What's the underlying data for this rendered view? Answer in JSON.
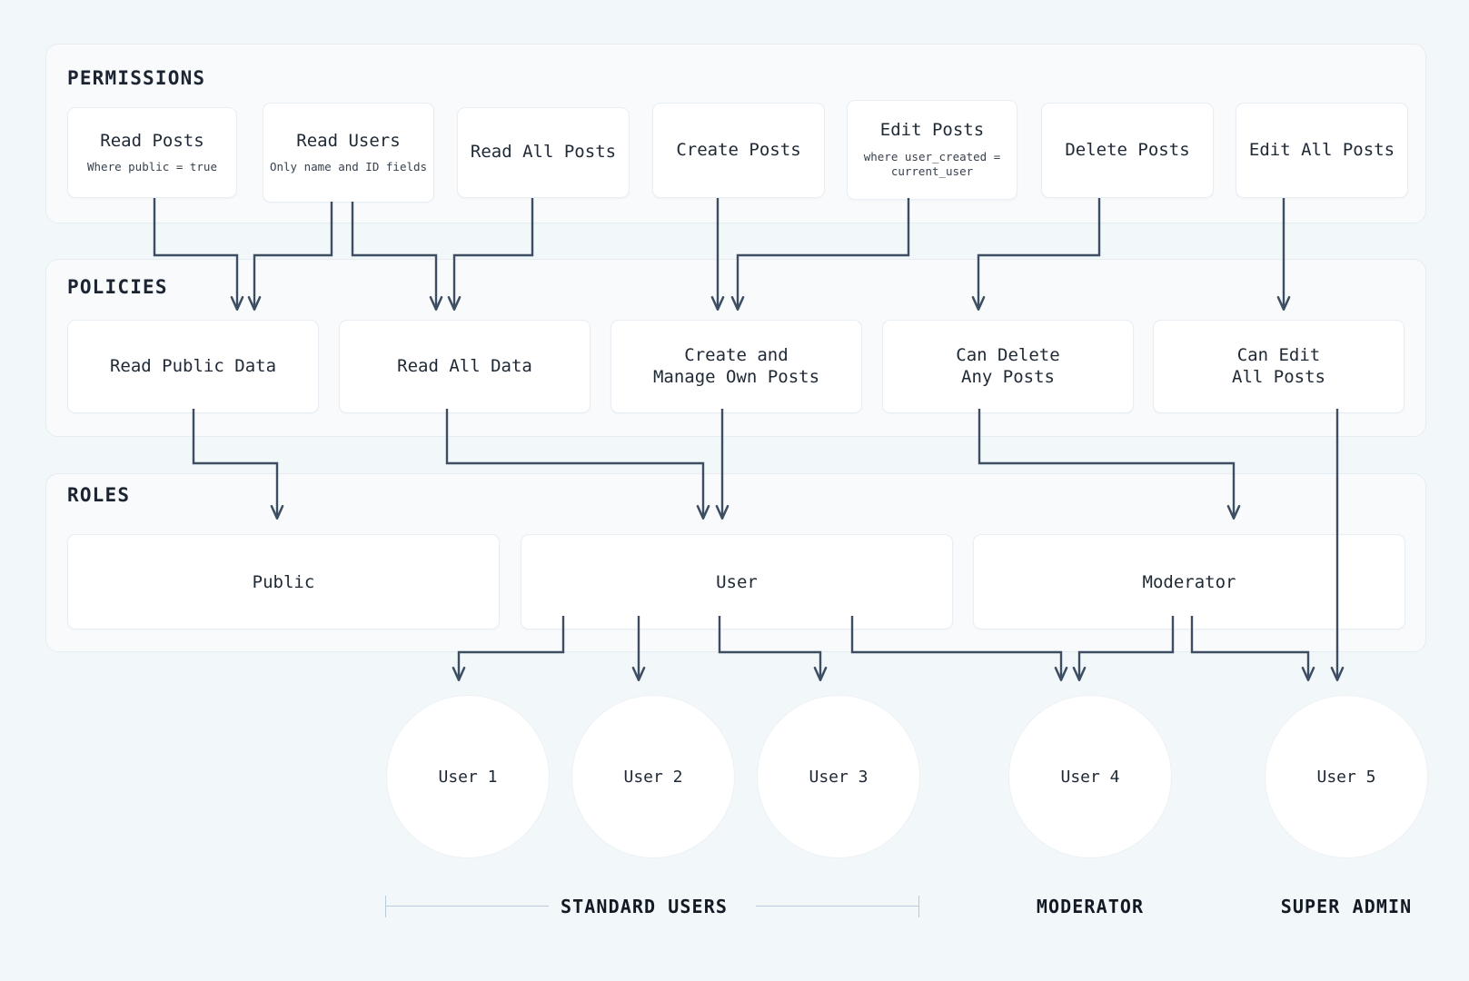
{
  "diagram": {
    "title": "Permissions Policies Roles Users hierarchy",
    "colors": {
      "page_background": "#f2f7fa",
      "panel_background": "#f8fafc",
      "card_background": "#ffffff",
      "connector": "#3d4e63",
      "bracket": "#b9cbdb",
      "text": "#1e2935"
    }
  },
  "sections": {
    "permissions": {
      "label": "PERMISSIONS"
    },
    "policies": {
      "label": "POLICIES"
    },
    "roles": {
      "label": "ROLES"
    }
  },
  "permissions": [
    {
      "title": "Read Posts",
      "sub": "Where public = true"
    },
    {
      "title": "Read Users",
      "sub": "Only name and ID fields"
    },
    {
      "title": "Read All Posts",
      "sub": ""
    },
    {
      "title": "Create Posts",
      "sub": ""
    },
    {
      "title": "Edit Posts",
      "sub": "where user_created =\ncurrent_user"
    },
    {
      "title": "Delete Posts",
      "sub": ""
    },
    {
      "title": "Edit All Posts",
      "sub": ""
    }
  ],
  "policies": [
    {
      "title": "Read Public Data"
    },
    {
      "title": "Read All Data"
    },
    {
      "title": "Create and\nManage Own Posts"
    },
    {
      "title": "Can Delete\nAny Posts"
    },
    {
      "title": "Can Edit\nAll Posts"
    }
  ],
  "roles": [
    {
      "label": "Public"
    },
    {
      "label": "User"
    },
    {
      "label": "Moderator"
    }
  ],
  "users": [
    {
      "label": "User 1"
    },
    {
      "label": "User 2"
    },
    {
      "label": "User 3"
    },
    {
      "label": "User 4"
    },
    {
      "label": "User 5"
    }
  ],
  "group_labels": [
    {
      "label": "STANDARD USERS"
    },
    {
      "label": "MODERATOR"
    },
    {
      "label": "SUPER ADMIN"
    }
  ]
}
